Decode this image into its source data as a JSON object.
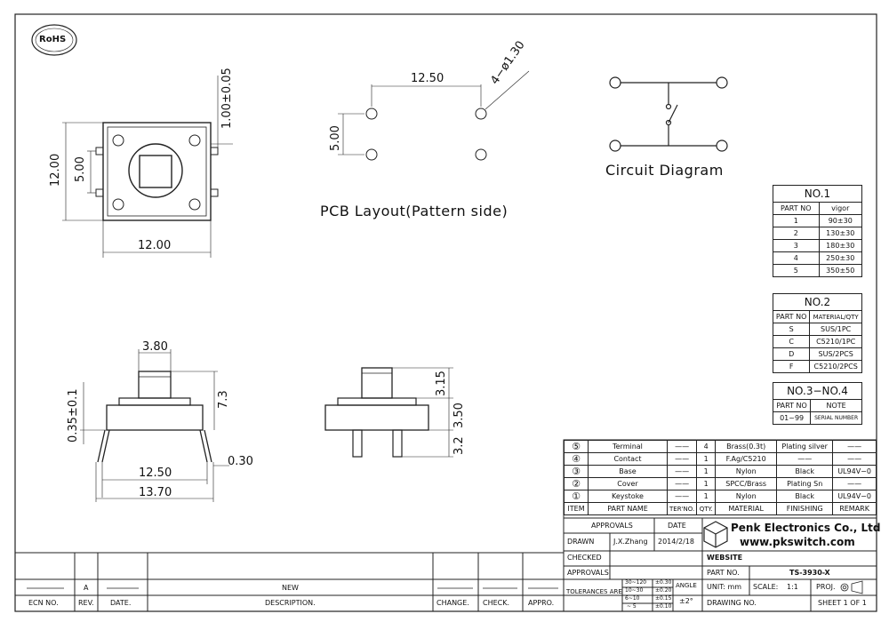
{
  "logo": {
    "text": "RoHS"
  },
  "dimensions": {
    "top_width": "12.00",
    "top_height": "12.00",
    "inner_5": "5.00",
    "pin_offset": "1.00±0.05",
    "pcb_spacing": "12.50",
    "pcb_5": "5.00",
    "pcb_hole": "4−ø1.30",
    "side_380": "3.80",
    "side_035": "0.35±0.1",
    "side_73": "7.3",
    "side_030": "0.30",
    "side_1250": "12.50",
    "side_1370": "13.70",
    "side_315": "3.15",
    "side_350": "3.50",
    "side_32": "3.2"
  },
  "labels": {
    "pcb_layout": "PCB Layout(Pattern side)",
    "circuit": "Circuit Diagram"
  },
  "table_no1": {
    "title": "NO.1",
    "headers": [
      "PART NO",
      "vigor"
    ],
    "rows": [
      [
        "1",
        "90±30"
      ],
      [
        "2",
        "130±30"
      ],
      [
        "3",
        "180±30"
      ],
      [
        "4",
        "250±30"
      ],
      [
        "5",
        "350±50"
      ]
    ]
  },
  "table_no2": {
    "title": "NO.2",
    "headers": [
      "PART NO",
      "MATERIAL/QTY"
    ],
    "rows": [
      [
        "S",
        "SUS/1PC"
      ],
      [
        "C",
        "C5210/1PC"
      ],
      [
        "D",
        "SUS/2PCS"
      ],
      [
        "F",
        "C5210/2PCS"
      ]
    ]
  },
  "table_no3": {
    "title": "NO.3−NO.4",
    "headers": [
      "PART NO",
      "NOTE"
    ],
    "rows": [
      [
        "01~99",
        "SERIAL NUMBER"
      ]
    ]
  },
  "bom": {
    "rows": [
      [
        "⑤",
        "Terminal",
        "——",
        "4",
        "Brass(0.3t)",
        "Plating silver",
        "——"
      ],
      [
        "④",
        "Contact",
        "——",
        "1",
        "F.Ag/C5210",
        "——",
        "——"
      ],
      [
        "③",
        "Base",
        "——",
        "1",
        "Nylon",
        "Black",
        "UL94V−0"
      ],
      [
        "②",
        "Cover",
        "——",
        "1",
        "SPCC/Brass",
        "Plating Sn",
        "——"
      ],
      [
        "①",
        "Keystoke",
        "——",
        "1",
        "Nylon",
        "Black",
        "UL94V−0"
      ]
    ],
    "headers": [
      "ITEM",
      "PART NAME",
      "TER'NO.",
      "QTY.",
      "MATERIAL",
      "FINISHING",
      "REMARK"
    ]
  },
  "title_block": {
    "approvals": "APPROVALS",
    "date": "DATE",
    "drawn": "DRAWN",
    "drawn_by": "J.X.Zhang",
    "drawn_date": "2014/2/18",
    "checked": "CHECKED",
    "approvals2": "APPROVALS",
    "company": "Penk Electronics Co., Ltd",
    "website_url": "www.pkswitch.com",
    "website": "WEBSITE",
    "part_no_label": "PART NO.",
    "part_no": "TS-3930-X",
    "tolerances": "TOLERANCES ARE",
    "tol_rows": [
      [
        "30~120",
        "±0.30"
      ],
      [
        "10~30",
        "±0.20"
      ],
      [
        "6~10",
        "±0.15"
      ],
      [
        "~ 5",
        "±0.10"
      ]
    ],
    "angle_label": "ANGLE",
    "angle": "±2°",
    "unit": "UNIT: mm",
    "scale_label": "SCALE:",
    "scale": "1:1",
    "proj": "PROJ.",
    "drawing_no": "DRAWING NO.",
    "sheet": "SHEET  1  OF  1"
  },
  "revision_block": {
    "rev_letter": "A",
    "new": "NEW",
    "headers": [
      "ECN NO.",
      "REV.",
      "DATE.",
      "DESCRIPTION.",
      "CHANGE.",
      "CHECK.",
      "APPRO."
    ]
  }
}
